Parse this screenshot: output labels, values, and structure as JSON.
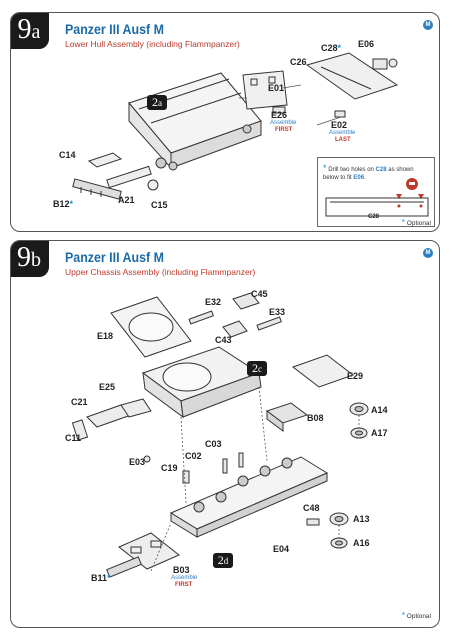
{
  "step_9a": {
    "badge_number": "9",
    "badge_letter": "a",
    "title": "Panzer III Ausf M",
    "subtitle": "Lower Hull Assembly (including Flammpanzer)",
    "sub_step": {
      "number": "2",
      "letter": "a"
    },
    "parts": {
      "c28": "C28",
      "e06": "E06",
      "c26": "C26",
      "e01": "E01",
      "e26": "E26",
      "e02": "E02",
      "c14": "C14",
      "b12": "B12",
      "a21": "A21",
      "c15": "C15"
    },
    "notes": {
      "assemble": "Assemble",
      "first": "FIRST",
      "assemble2": "Assemble",
      "last": "LAST"
    },
    "callout": {
      "text_prefix": "Drill two holes on",
      "part": "C28",
      "text_mid": "as shown below to fit",
      "part2": "E06",
      "text_suffix": ".",
      "label": "C28"
    },
    "optional": "Optional"
  },
  "step_9b": {
    "badge_number": "9",
    "badge_letter": "b",
    "title": "Panzer III Ausf M",
    "subtitle": "Upper Chassis Assembly (including Flammpanzer)",
    "sub_steps": [
      {
        "number": "2",
        "letter": "c"
      },
      {
        "number": "2",
        "letter": "d"
      }
    ],
    "parts": {
      "c45": "C45",
      "e32": "E32",
      "e33": "E33",
      "e18": "E18",
      "c43": "C43",
      "e29": "E29",
      "e25": "E25",
      "c21": "C21",
      "b08": "B08",
      "a14": "A14",
      "a17": "A17",
      "c11": "C11",
      "c03": "C03",
      "c02": "C02",
      "e03": "E03",
      "c19": "C19",
      "c48": "C48",
      "a13": "A13",
      "a16": "A16",
      "e04": "E04",
      "b03": "B03",
      "b11": "B11"
    },
    "notes": {
      "assemble": "Assemble",
      "first": "FIRST"
    },
    "optional": "Optional"
  },
  "colors": {
    "title_blue": "#1a6aa8",
    "subtitle_red": "#c0392b",
    "note_blue": "#2c7fc4",
    "star_blue": "#1a8fd6"
  }
}
